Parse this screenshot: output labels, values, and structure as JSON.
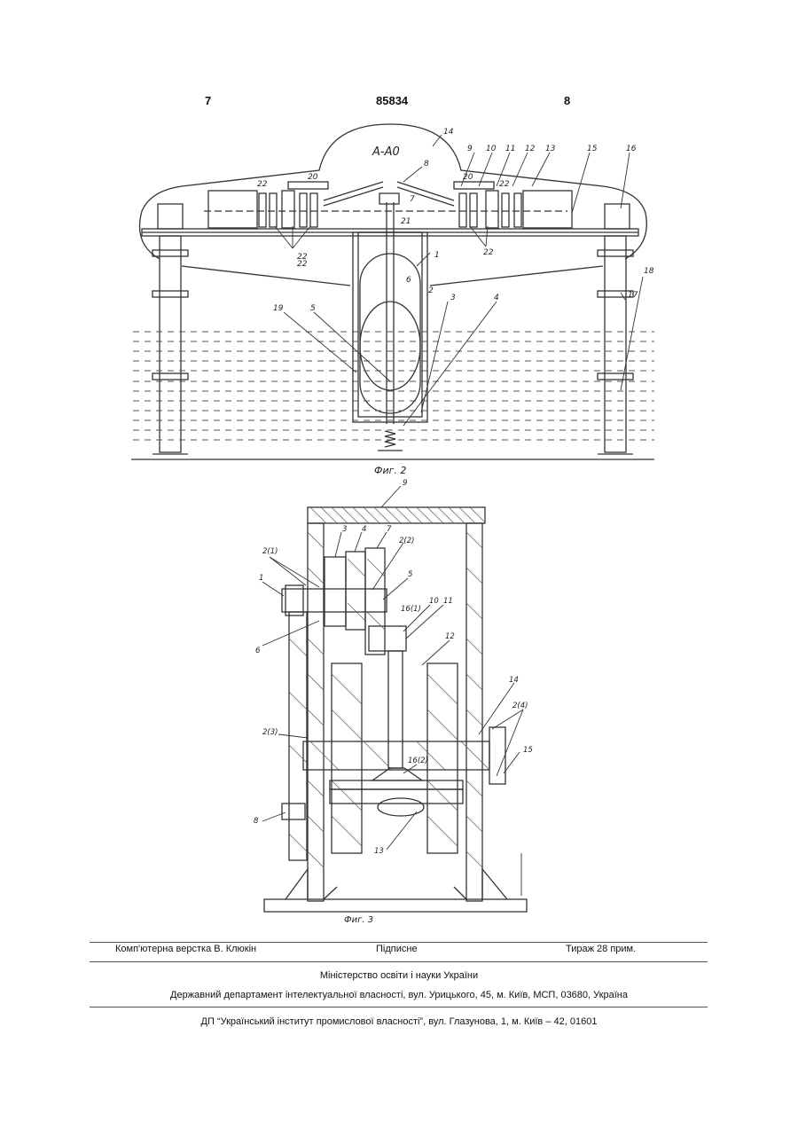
{
  "header": {
    "left_page": "7",
    "patent_number": "85834",
    "right_page": "8"
  },
  "fig2": {
    "section_label": "А-А0",
    "caption": "Фиг. 2",
    "labels": [
      "14",
      "8",
      "9",
      "10",
      "11",
      "12",
      "13",
      "15",
      "16",
      "20",
      "22",
      "22",
      "20",
      "22",
      "7",
      "21",
      "22",
      "22",
      "1",
      "6",
      "2",
      "3",
      "4",
      "19",
      "5",
      "17",
      "18"
    ]
  },
  "fig3": {
    "caption": "Фиг. 3",
    "labels": [
      "9",
      "3",
      "4",
      "7",
      "2(1)",
      "2(2)",
      "5",
      "1",
      "16(1)",
      "10",
      "11",
      "6",
      "12",
      "14",
      "2(4)",
      "2(3)",
      "15",
      "16(2)",
      "8",
      "13"
    ]
  },
  "footer": {
    "layout_credit": "Комп'ютерна верстка В. Клюкін",
    "subscription": "Підписне",
    "circulation": "Тираж 28 прим.",
    "ministry": "Міністерство освіти і науки України",
    "department": "Державний департамент інтелектуальної власності, вул. Урицького, 45, м. Київ, МСП, 03680, Україна",
    "institute": "ДП “Український інститут промислової власності”, вул. Глазунова, 1, м. Київ – 42, 01601"
  }
}
